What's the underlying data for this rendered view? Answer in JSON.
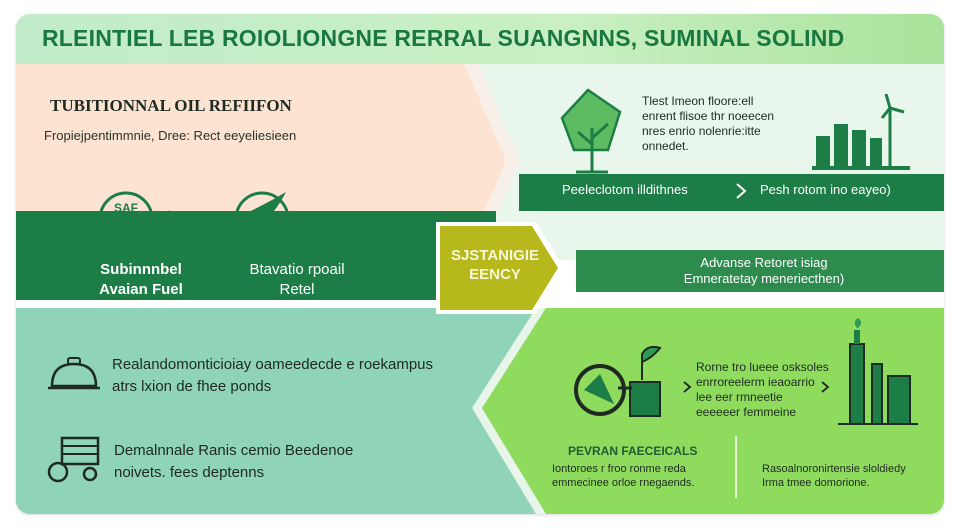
{
  "title": "RLEINTIEL LEB ROIOLIONGNE RERRAL SUANGNNS, SUMINAL SOLIND",
  "left_top": {
    "heading": "TUBITIONNAL OIL REFIIFON",
    "subheading": "Fropiejpentimmnie, Dree: Rect eeyeliesieen",
    "items": [
      {
        "badge": "SAF",
        "label_1": "Subinnnbel",
        "label_2": "Avaian Fuel"
      },
      {
        "label_1": "Btavatio rpoail",
        "label_2": "Retel"
      }
    ]
  },
  "right_top": {
    "lines": [
      "Tlest Imeon floore:ell",
      "enrent flisoe thr noeecen",
      "nres enrio nolenrie:itte",
      "onnedet."
    ],
    "arrow_left": "Peeleclotom illdithnes",
    "arrow_right": "Pesh rotom ino eayeo)"
  },
  "center_badge": {
    "line_1": "SJSTANIGIE",
    "line_2": "EENCY"
  },
  "right_mid": {
    "line_1": "Advanse Retoret isiag",
    "line_2": "Emneratetay meneriecthen)"
  },
  "left_bottom": {
    "items": [
      {
        "line_1": "Realandomonticioiay oameedecde e roekampus",
        "line_2": "atrs lxion de fhee ponds"
      },
      {
        "line_1": "Demalnnale Ranis cemio Beedenoe",
        "line_2": "noivets. fees deptenns"
      }
    ]
  },
  "right_bottom": {
    "lines": [
      "Rorne tro lueee osksoles",
      "enrroreelerm ieaoarrio",
      "lee eer rmneetie",
      "eeeeeer femmeine"
    ],
    "col_left": {
      "heading": "PEVRAN FAECEICALS",
      "line_1": "Iontoroes r froo ronme reda",
      "line_2": "emmecinee orloe rnegaends."
    },
    "col_right": {
      "line_1": "Rasoalnoronirtensie sloldiedy",
      "line_2": "Irma tmee domorione."
    }
  },
  "colors": {
    "dark_green": "#1d7d47",
    "peach": "#fce3d2",
    "mint": "#e8f5ea",
    "teal": "#8fd3b8",
    "lime": "#8fdb5e",
    "olive": "#b7b81c"
  },
  "icons": [
    "leaf-tree-icon",
    "wind-factory-icon",
    "fish-saf-icon",
    "bird-gear-icon",
    "gear-pump-icon",
    "refinery-tower-icon",
    "bowl-icon",
    "tractor-icon"
  ]
}
